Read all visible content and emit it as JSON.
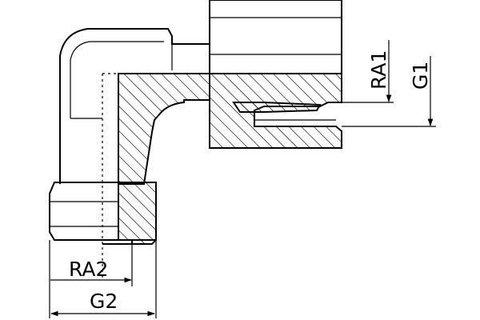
{
  "labels": {
    "ra1": "RA1",
    "g1": "G1",
    "ra2": "RA2",
    "g2": "G2"
  }
}
